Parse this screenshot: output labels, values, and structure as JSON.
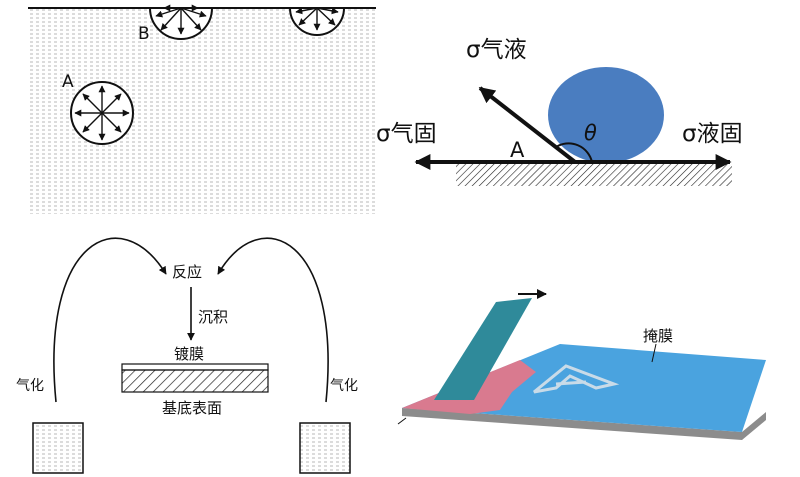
{
  "panel_surface_tension": {
    "label_a": "A",
    "label_b": "B"
  },
  "panel_contact_angle": {
    "sigma_gas_liquid": "σ气液",
    "sigma_gas_solid": "σ气固",
    "sigma_liquid_solid": "σ液固",
    "point_label": "A",
    "angle_label": "θ",
    "colors": {
      "droplet": "#4a7dc0",
      "arrow": "#111111"
    }
  },
  "panel_deposition": {
    "reaction_label": "反应",
    "deposit_label": "沉积",
    "coating_label": "镀膜",
    "substrate_label": "基底表面",
    "vaporize_left_label": "气化",
    "vaporize_right_label": "气化"
  },
  "panel_mask": {
    "mask_label": "掩膜",
    "colors": {
      "film": "#4aa3df",
      "coating": "#d97a8f",
      "blade": "#2f8a9a",
      "base": "#8c8c8c"
    }
  }
}
